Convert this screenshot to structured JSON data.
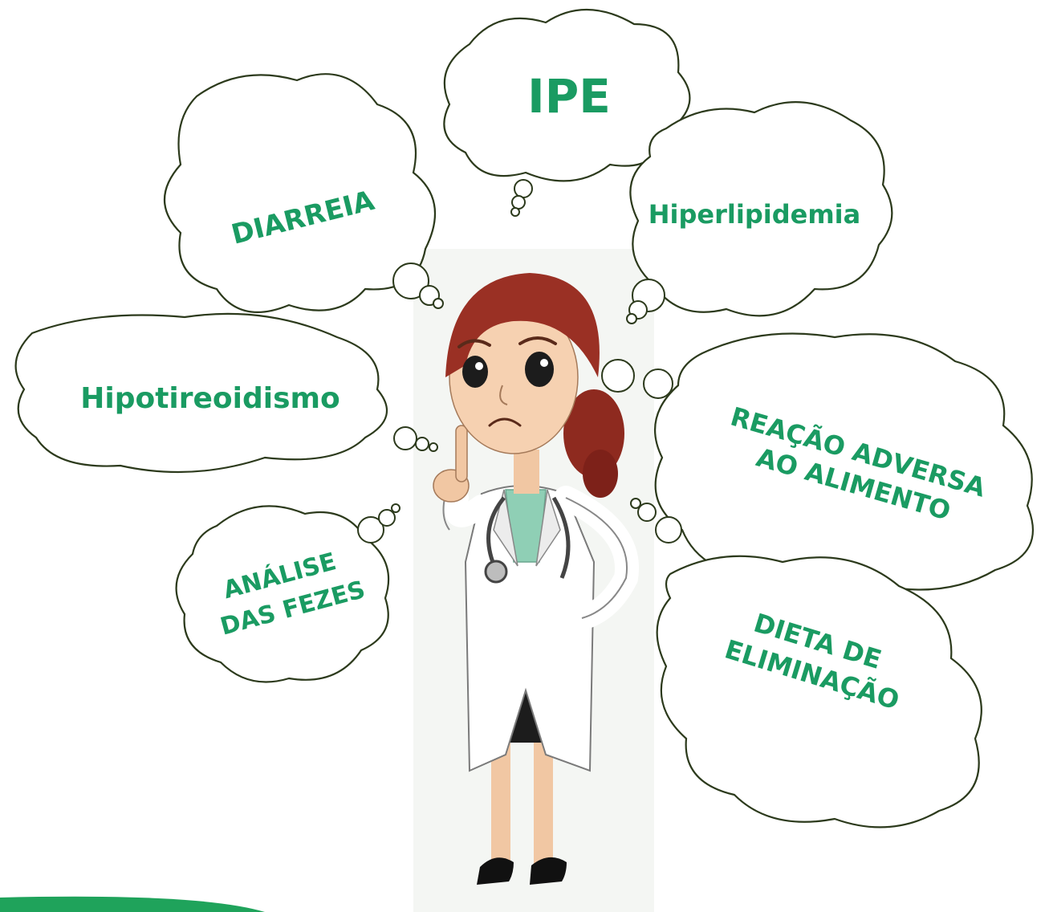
{
  "thoughts": {
    "ipe": "IPE",
    "diarreia": "DIARREIA",
    "hiperlipidemia": "Hiperlipidemia",
    "hipotireoidismo": "Hipotireoidismo",
    "reacao_line1": "REAÇÃO ADVERSA",
    "reacao_line2": "AO ALIMENTO",
    "analise_line1": "ANÁLISE",
    "analise_line2": "DAS FEZES",
    "dieta_line1": "DIETA DE",
    "dieta_line2": "ELIMINAÇÃO"
  },
  "colors": {
    "text_green": "#1a9b62",
    "outline": "#2c3a1c",
    "accent_bar": "#1fa35b"
  },
  "figure": {
    "character": "doctor-woman-thinking",
    "accessory": "stethoscope"
  }
}
